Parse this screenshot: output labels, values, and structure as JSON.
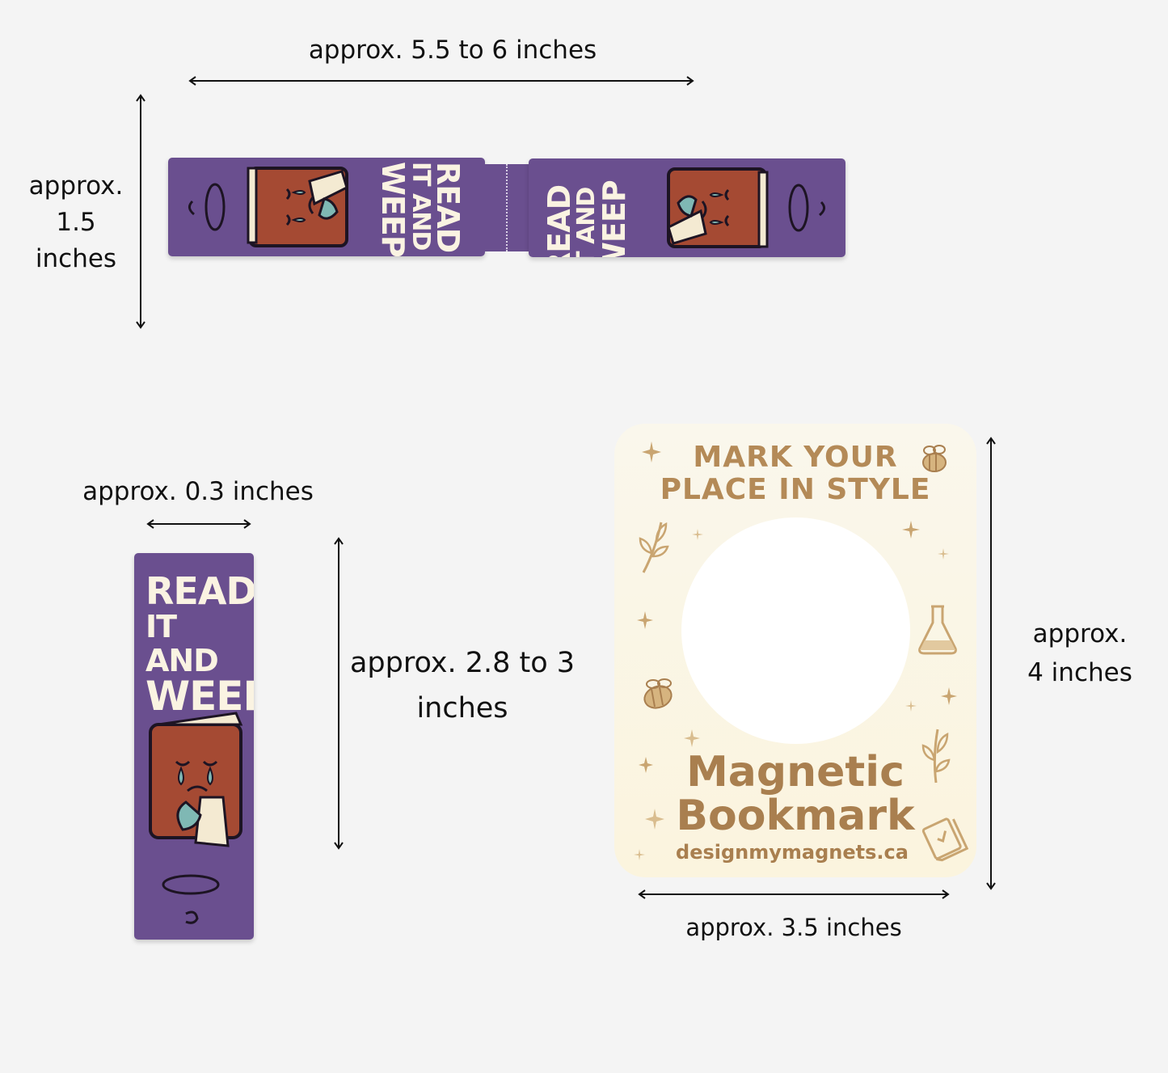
{
  "dimensions": {
    "strip_width": "approx. 5.5 to 6 inches",
    "strip_height_line1": "approx.",
    "strip_height_line2": "1.5",
    "strip_height_line3": "inches",
    "closed_width": "approx. 0.3 inches",
    "closed_height_line1": "approx. 2.8 to 3",
    "closed_height_line2": "inches",
    "card_height_line1": "approx.",
    "card_height_line2": "4 inches",
    "card_width": "approx. 3.5 inches"
  },
  "bookmark": {
    "line1": "READ",
    "line2": "IT AND",
    "line3": "WEEP",
    "icon": "crying-book-icon"
  },
  "card": {
    "header_line1": "MARK YOUR",
    "header_line2": "PLACE IN STYLE",
    "title_line1": "Magnetic",
    "title_line2": "Bookmark",
    "url": "designmymagnets.ca"
  },
  "colors": {
    "bookmark_purple": "#6a4f8f",
    "book_brown": "#a54a33",
    "card_cream": "#fbf5e2",
    "card_gold": "#a97f4f"
  }
}
